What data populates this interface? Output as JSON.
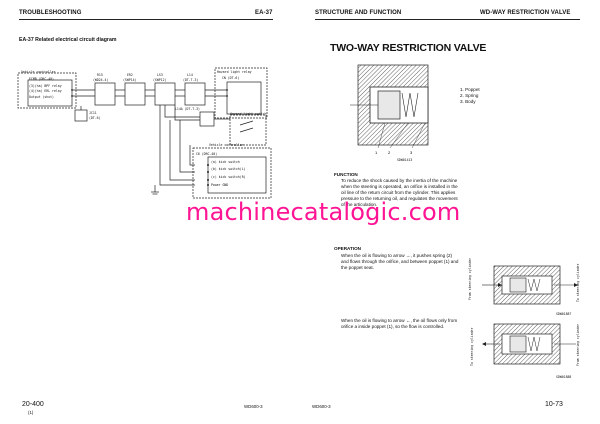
{
  "left_page": {
    "header_left": "TROUBLESHOOTING",
    "header_right": "EA-37",
    "section_title": "EA-37 Related electrical circuit diagram",
    "footer_page": "20-400",
    "footer_sub": "(1)",
    "footer_model": "WD600-3"
  },
  "right_page": {
    "header_left": "STRUCTURE AND FUNCTION",
    "header_right": "WD-WAY RESTRICTION VALVE",
    "title": "TWO-WAY RESTRICTION VALVE",
    "legend": [
      "1.  Poppet",
      "2.  Spring",
      "3.  Body"
    ],
    "function_heading": "FUNCTION",
    "function_text": "To reduce the shock caused by the inertia of the machine when the steering is operated, an orifice is installed in the oil line of the return circuit from the cylinder. This applies pressure to the returning oil, and regulates the movement of the articulation.",
    "operation_heading": "OPERATION",
    "operation_1": "When the oil is flowing to arrow →, it pushes spring (2) and flows through the orifice, and between poppet (1) and the poppet seat.",
    "operation_2": "When the oil is flowing to arrow ←, the oil flows only from orifice a inside poppet (1), so the flow is controlled.",
    "fig_code_1": "SDW01413",
    "fig_code_2": "SDW01887",
    "fig_code_3": "SDW01888",
    "left_vert_1": "From steering cylinder",
    "right_vert_1": "To steering cylinder",
    "left_vert_2": "To steering cylinder",
    "right_vert_2": "From steering cylinder",
    "footer_model": "WD600-3",
    "footer_page": "10-73"
  },
  "watermark": "machinecatalogic.com",
  "diagram_labels": {
    "ctrl_a": "Vehicle controller",
    "ctrl_a_conn": "ECMB (DRC-40)",
    "ctrl_a_r1": "(3)(ha) BPF relay",
    "ctrl_a_r2": "(4)(ha) ERL relay",
    "ctrl_a_r3": "Output (shut)",
    "c_r15": "R15",
    "c_r15b": "(WD24-4)",
    "c_er2": "ER2",
    "c_er2b": "(SWP14)",
    "c_ls3": "LS3",
    "c_ls3b": "(SWP12)",
    "c_l14": "L14",
    "c_l14b": "(DT-T-3)",
    "relay_lbl": "Hazard light relay",
    "relay_conn": "CN (DT-6)",
    "jc11": "JC11",
    "jc11b": "(DT-6)",
    "l14a": "L14A (DT-T-3)",
    "hazard_sw": "Hazard light switch",
    "ctrl_b": "Vehicle controller",
    "ctrl_b_conn": "C6 (DRC-40)",
    "ctrl_b_r1": "(a) kick switch",
    "ctrl_b_r2": "(b) kick switch(L)",
    "ctrl_b_r3": "(c) kick switch(R)",
    "ctrl_b_r4": "Power GND"
  }
}
